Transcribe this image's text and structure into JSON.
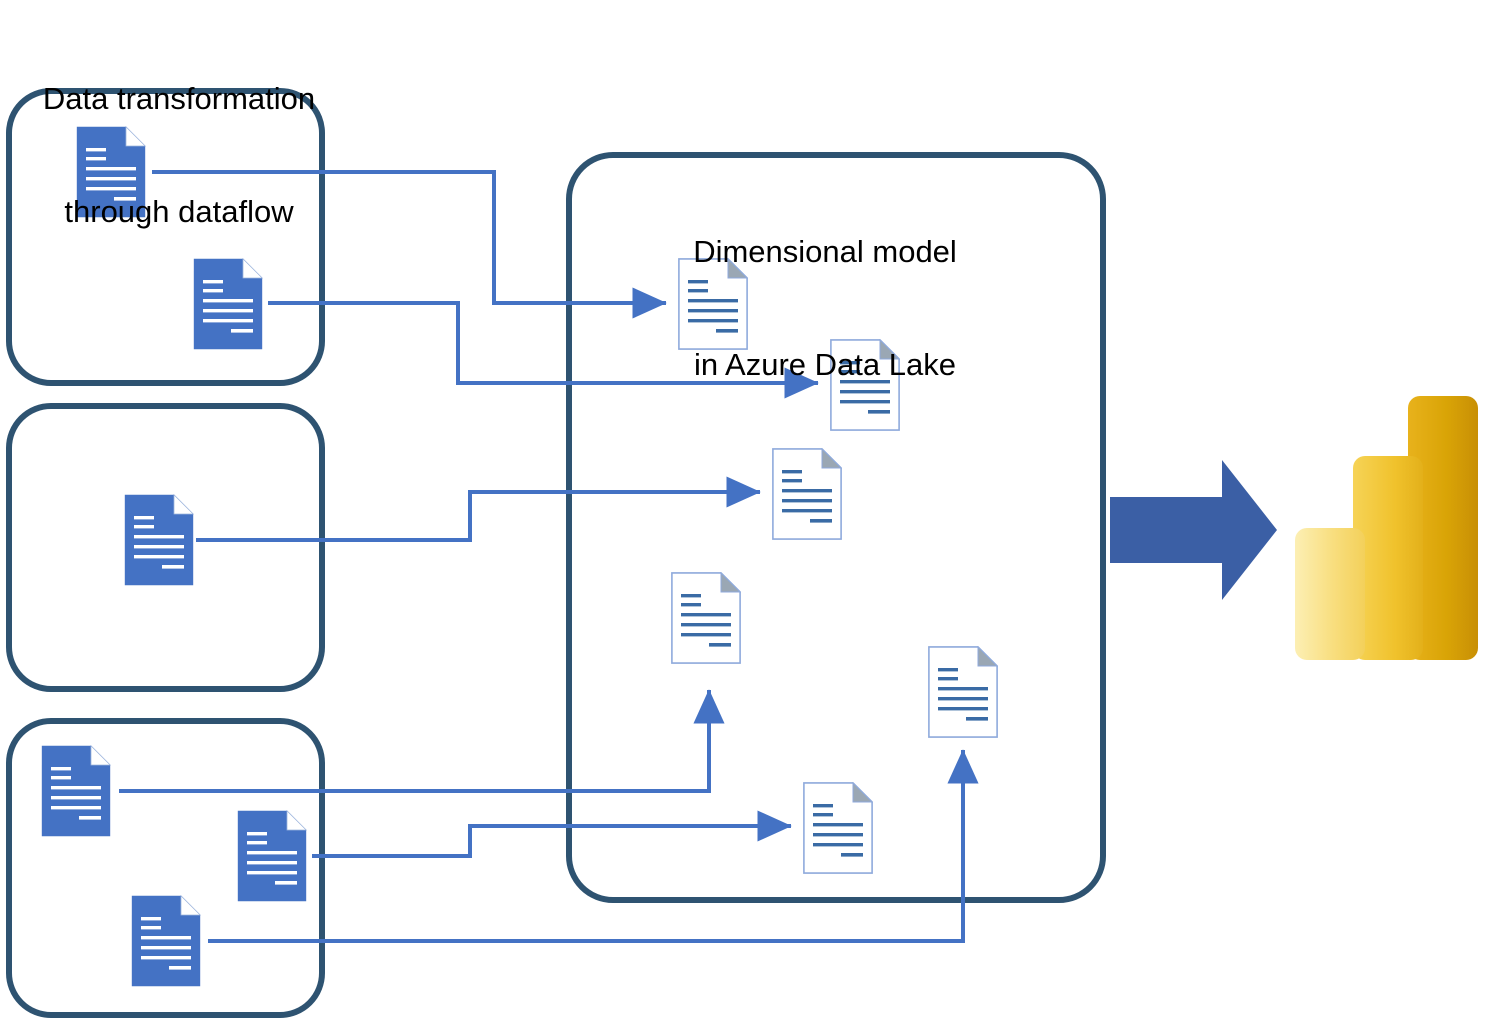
{
  "diagram": {
    "title": "Data transformation\nthrough dataflow",
    "title_line1": "Data transformation",
    "title_line2": "through dataflow",
    "container_label": "Dimensional model\nin Azure Data Lake",
    "container_label_line1": "Dimensional model",
    "container_label_line2": "in Azure Data Lake"
  },
  "colors": {
    "box_border": "#2E5371",
    "doc_fill": "#4472C4",
    "doc_line_white": "#FFFFFF",
    "doc_outline_border": "#8FAADC",
    "doc_outline_line": "#3A6BA5",
    "doc_fold_gray": "#BFBFBF",
    "connector": "#4472C4",
    "arrow_big": "#3B5FA5",
    "powerbi_dark": "#D9A406",
    "powerbi_mid": "#F0C22C",
    "powerbi_light": "#F8DE7E",
    "background": "#FFFFFF"
  },
  "source_groups": [
    {
      "name": "source-group-1",
      "docs": [
        {
          "name": "source-doc-1-a",
          "style": "filled"
        },
        {
          "name": "source-doc-1-b",
          "style": "filled"
        }
      ]
    },
    {
      "name": "source-group-2",
      "docs": [
        {
          "name": "source-doc-2-a",
          "style": "filled"
        }
      ]
    },
    {
      "name": "source-group-3",
      "docs": [
        {
          "name": "source-doc-3-a",
          "style": "filled"
        },
        {
          "name": "source-doc-3-b",
          "style": "filled"
        },
        {
          "name": "source-doc-3-c",
          "style": "filled"
        }
      ]
    }
  ],
  "model_docs": [
    {
      "name": "model-doc-a",
      "style": "outline"
    },
    {
      "name": "model-doc-b",
      "style": "outline"
    },
    {
      "name": "model-doc-c",
      "style": "outline"
    },
    {
      "name": "model-doc-d",
      "style": "outline"
    },
    {
      "name": "model-doc-e",
      "style": "outline"
    },
    {
      "name": "model-doc-f",
      "style": "outline"
    }
  ],
  "connectors": [
    {
      "name": "connector-1-a-to-model-doc-a",
      "from": "source-doc-1-a",
      "to": "model-doc-a"
    },
    {
      "name": "connector-1-b-to-model-doc-b",
      "from": "source-doc-1-b",
      "to": "model-doc-b"
    },
    {
      "name": "connector-2-a-to-model-doc-c",
      "from": "source-doc-2-a",
      "to": "model-doc-c"
    },
    {
      "name": "connector-3-a-to-model-doc-d",
      "from": "source-doc-3-a",
      "to": "model-doc-d"
    },
    {
      "name": "connector-3-b-to-model-doc-e",
      "from": "source-doc-3-b",
      "to": "model-doc-e"
    },
    {
      "name": "connector-3-c-to-model-doc-f",
      "from": "source-doc-3-c",
      "to": "model-doc-f"
    }
  ],
  "output": {
    "arrow_name": "big-right-arrow",
    "logo_name": "power-bi-logo"
  }
}
